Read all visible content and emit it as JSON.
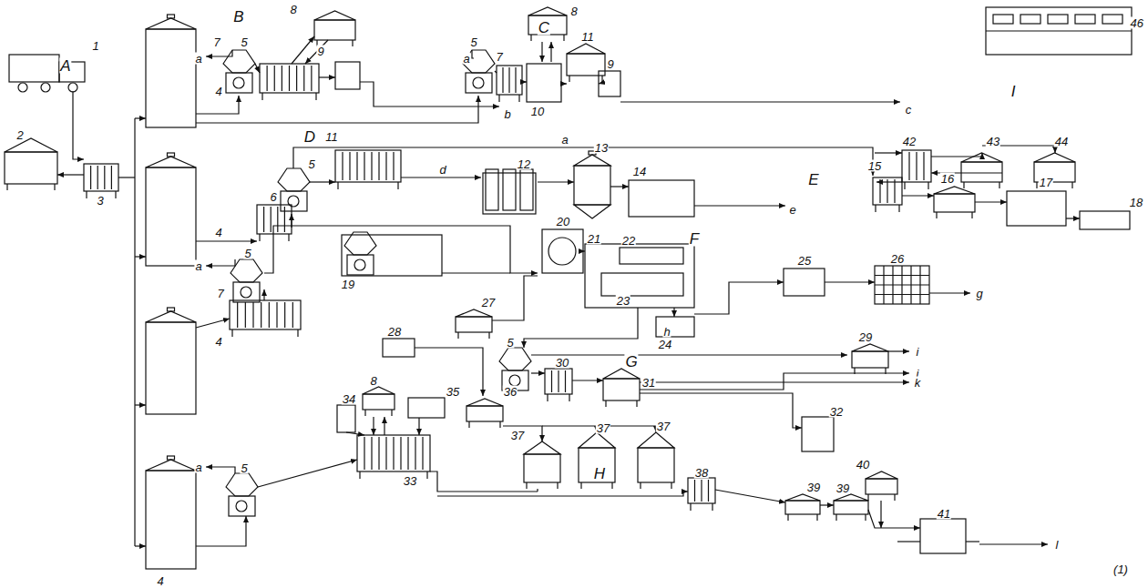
{
  "diagram": {
    "labels": [
      "A",
      "B",
      "C",
      "D",
      "E",
      "F",
      "G",
      "H",
      "I",
      "a",
      "a",
      "a",
      "a",
      "a",
      "b",
      "c",
      "d",
      "e",
      "g",
      "h",
      "i",
      "j",
      "k",
      "l",
      "1",
      "2",
      "3",
      "4",
      "4",
      "4",
      "4",
      "5",
      "5",
      "5",
      "5",
      "5",
      "5",
      "6",
      "7",
      "7",
      "7",
      "8",
      "8",
      "8",
      "9",
      "9",
      "10",
      "11",
      "11",
      "12",
      "13",
      "14",
      "15",
      "16",
      "17",
      "18",
      "19",
      "20",
      "21",
      "22",
      "23",
      "24",
      "25",
      "26",
      "27",
      "28",
      "29",
      "30",
      "31",
      "32",
      "33",
      "34",
      "35",
      "36",
      "37",
      "37",
      "37",
      "38",
      "39",
      "39",
      "40",
      "41",
      "42",
      "43",
      "44",
      "46",
      "(1)"
    ]
  }
}
